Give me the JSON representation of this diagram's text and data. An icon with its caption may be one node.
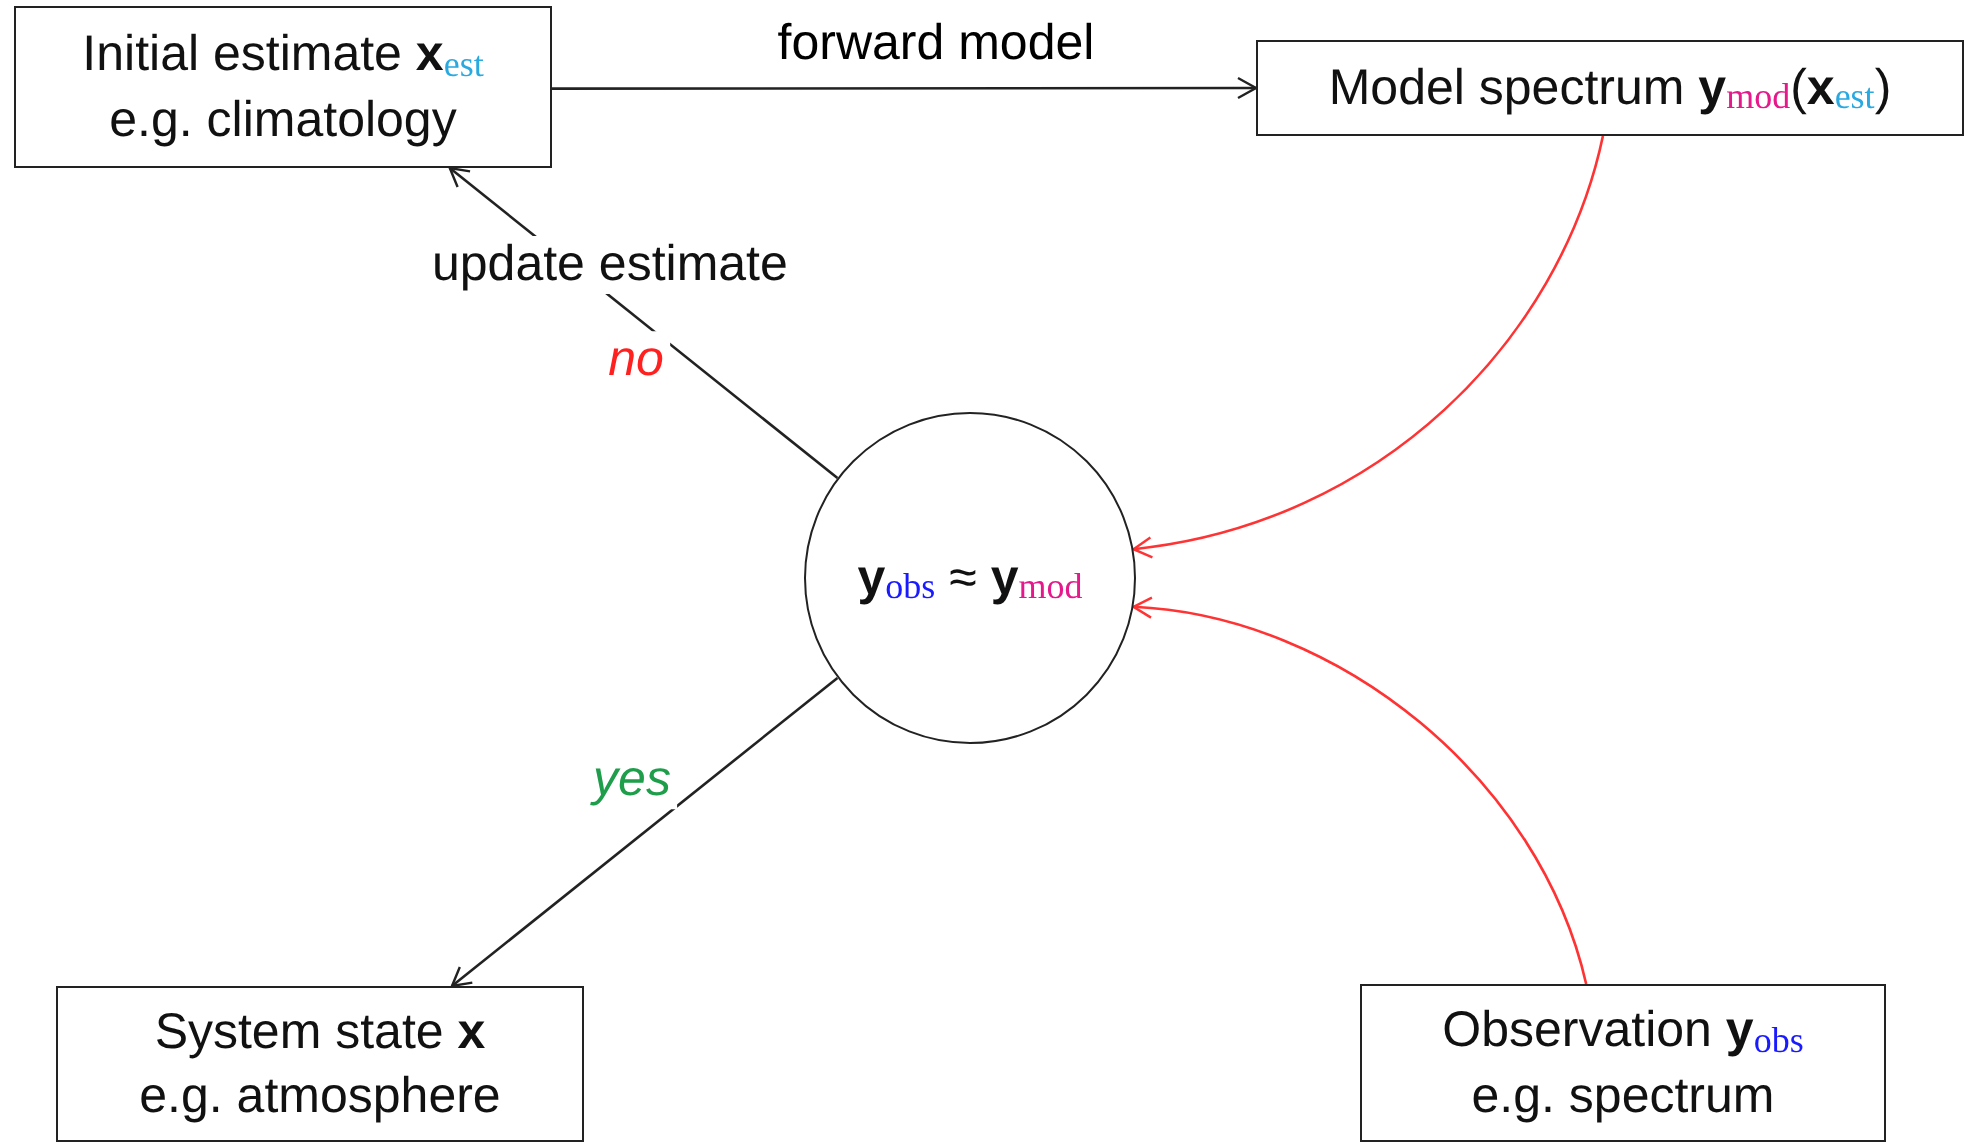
{
  "diagram": {
    "nodes": [
      {
        "text": [
          "Initial estimate **x**$_{est}$",
          "e.g. climatology"
        ]
      },
      {
        "text": [
          "Model spectrum **y**$_{mod}$(**x**$_{est}$)"
        ]
      },
      {
        "text": [
          "**y**$_{obs}$ ≈ **y**$_{mod}$"
        ]
      },
      {
        "text": [
          "System state **x**",
          "e.g. atmosphere"
        ]
      },
      {
        "text": [
          "Observation **y**$_{obs}$",
          "e.g. spectrum"
        ]
      }
    ],
    "edges": [
      {
        "from": 0,
        "to": 1,
        "arrow": "to",
        "label": "forward model"
      },
      {
        "from": 1,
        "to": 2,
        "arrow": "to",
        "color": "#ff3333"
      },
      {
        "from": 4,
        "to": 2,
        "arrow": "to",
        "color": "#ff3333"
      },
      {
        "from": 2,
        "to": 0,
        "arrow": "to",
        "label": "no"
      },
      {
        "from": 2,
        "to": 3,
        "arrow": "to",
        "label": "yes"
      }
    ],
    "labels": [
      "update estimate"
    ]
  }
}
